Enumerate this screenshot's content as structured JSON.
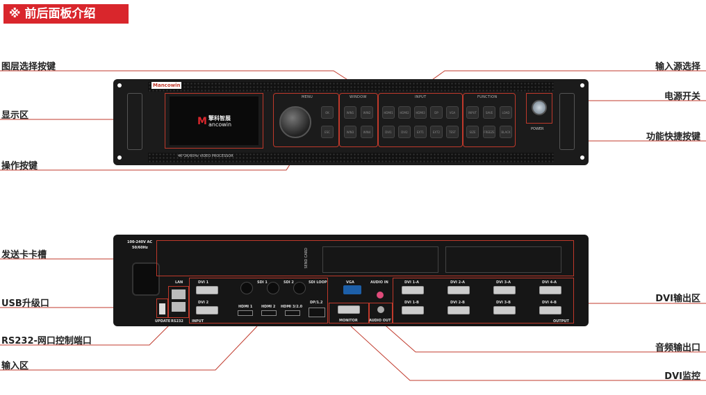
{
  "banner": {
    "title": "※ 前后面板介绍"
  },
  "front_labels": {
    "layer_select": "图层选择按键",
    "display": "显示区",
    "operation": "操作按键",
    "input_select": "输入源选择",
    "power_switch": "电源开关",
    "function_keys": "功能快捷按键"
  },
  "rear_labels": {
    "send_card_slot": "发送卡卡槽",
    "usb_upgrade": "USB升级口",
    "rs232": "RS232-网口控制端口",
    "input_area": "输入区",
    "dvi_output": "DVI输出区",
    "audio_out": "音频输出口",
    "dvi_monitor": "DVI监控"
  },
  "front_panel": {
    "brand": "Mancowin",
    "screen_brand": "擎科智展",
    "screen_brand_en": "ancowin",
    "model": "4K*2K/60Hz VIDEO PROCESSOR",
    "menu_title": "MENU",
    "window_title": "WINDOW",
    "input_title": "INPUT",
    "function_title": "FUNCTION",
    "power_label": "POWER",
    "menu_buttons": [
      "OK",
      "ESC"
    ],
    "window_buttons": [
      "WIN1",
      "WIN2",
      "WIN3",
      "WIN4"
    ],
    "input_buttons_top": [
      "HDMI1",
      "HDMI2",
      "HDMI3",
      "DP",
      "VGA"
    ],
    "input_buttons_bottom": [
      "DVI1",
      "DVI2",
      "EXT1",
      "EXT2",
      "TEST"
    ],
    "function_buttons_top": [
      "INPUT",
      "SAVE",
      "LOAD"
    ],
    "function_buttons_bottom": [
      "SIZE",
      "FREEZE",
      "BLACK"
    ]
  },
  "rear_panel": {
    "power_rating": "100-240V AC",
    "power_freq": "50/60Hz",
    "lan": "LAN",
    "update": "UPDATE",
    "rs232": "RS232",
    "input": "INPUT",
    "output": "OUTPUT",
    "send_card": "SEND CARD",
    "dvi1": "DVI 1",
    "dvi2": "DVI 2",
    "sdi1": "SDI 1",
    "sdi2": "SDI 2",
    "sdi_loop": "SDI LOOP",
    "vga": "VGA",
    "audio_in": "AUDIO IN",
    "audio_out": "AUDIO OUT",
    "monitor": "MONITOR",
    "hdmi1": "HDMI 1",
    "hdmi2": "HDMI 2",
    "hdmi3": "HDMI 3/2.0",
    "dp": "DP/1.2",
    "outputs_top": [
      "DVI 1-A",
      "DVI 2-A",
      "DVI 3-A",
      "DVI 4-A"
    ],
    "outputs_bottom": [
      "DVI 1-B",
      "DVI 2-B",
      "DVI 3-B",
      "DVI 4-B"
    ]
  }
}
